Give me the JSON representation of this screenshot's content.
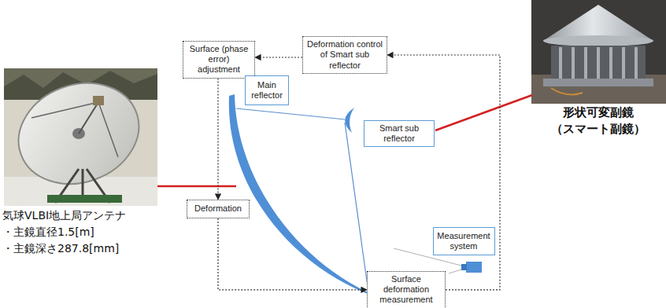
{
  "diagram": {
    "nodes": [
      {
        "text": [
          "Surface (phase error) adjustment"
        ]
      },
      {
        "text": [
          "Deformation control of Smart sub reflector"
        ]
      },
      {
        "text": [
          "Main reflector"
        ]
      },
      {
        "text": [
          "Smart sub reflector"
        ]
      },
      {
        "text": [
          "Deformation"
        ]
      },
      {
        "text": [
          "Measurement system"
        ]
      },
      {
        "text": [
          "Surface deformation measurement"
        ]
      }
    ],
    "edges": [
      {
        "from": 1,
        "to": 0,
        "arrow": "to"
      },
      {
        "from": 0,
        "to": 4,
        "arrow": "to"
      },
      {
        "from": 4,
        "to": 6,
        "arrow": "to"
      },
      {
        "from": 6,
        "to": 1,
        "arrow": "to"
      }
    ],
    "labels": [
      "気球VLBI地上局アンテナ",
      "・主鏡直径1.5[m]",
      "・主鏡深さ287.8[mm]",
      "形状可変副鏡",
      "（スマート副鏡）"
    ]
  }
}
